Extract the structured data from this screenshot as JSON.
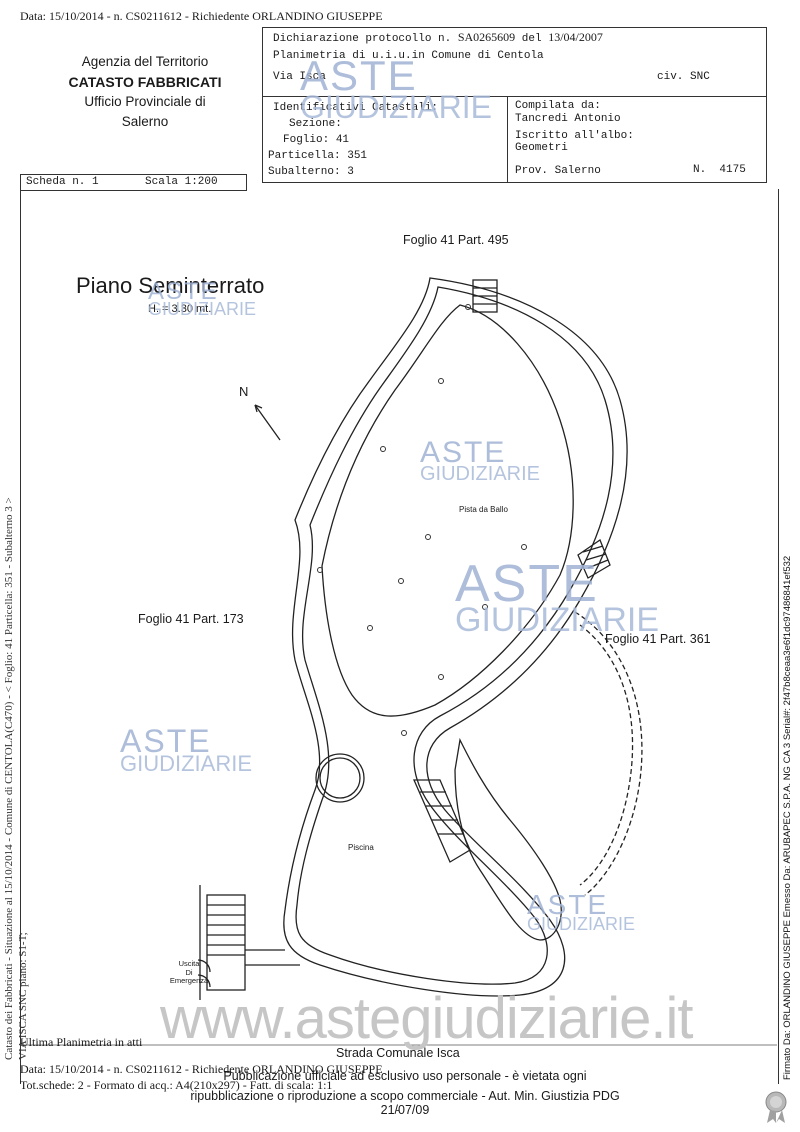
{
  "header": {
    "top_line": "Data: 15/10/2014 - n. CS0211612 - Richiedente ORLANDINO GIUSEPPE"
  },
  "agency": {
    "line1": "Agenzia del Territorio",
    "line2": "CATASTO FABBRICATI",
    "line3": "Ufficio Provinciale di",
    "line4": "Salerno"
  },
  "declaration": {
    "protocol_label": "Dichiarazione protocollo n.",
    "protocol_number": "SA0265609",
    "date_label": "del",
    "date": "13/04/2007",
    "planimetry_line": "Planimetria di u.i.u.in Comune di Centola",
    "address": "Via Isca",
    "civ": "civ. SNC"
  },
  "identifiers": {
    "title": "Identificativi Catastali:",
    "sezione_label": "Sezione:",
    "foglio_label": "Foglio:",
    "foglio": "41",
    "particella_label": "Particella:",
    "particella": "351",
    "subalterno_label": "Subalterno:",
    "subalterno": "3"
  },
  "compiler": {
    "compiled_label": "Compilata da:",
    "name": "Tancredi Antonio",
    "registered_label": "Iscritto all'albo:",
    "profession": "Geometri",
    "province": "Prov. Salerno",
    "number_label": "N.",
    "number": "4175"
  },
  "sheet": {
    "scheda": "Scheda n. 1",
    "scala": "Scala 1:200"
  },
  "plan": {
    "title": "Piano Seminterrato",
    "height": "H. = 3.30 mt.",
    "north": "N",
    "labels": {
      "p495": "Foglio 41 Part. 495",
      "p173": "Foglio 41 Part. 173",
      "p361": "Foglio 41 Part. 361",
      "dance": "Pista da Ballo",
      "pool": "Piscina",
      "exit_line1": "Uscita",
      "exit_line2": "Di",
      "exit_line3": "Emergenza",
      "road": "Strada Comunale Isca"
    }
  },
  "vertical_left": {
    "line1": "Catasto dei Fabbricati - Situazione al 15/10/2014 - Comune di CENTOLA(C470) - < Foglio: 41 Particella: 351 - Subalterno 3 >",
    "line2": "VIA ISCA SNC piano: S1-T;"
  },
  "vertical_right": "Firmato Da: ORLANDINO GIUSEPPE Emesso Da: ARUBAPEC S.P.A. NG CA 3 Serial#: 2f47b8ceaa3e6f1dc97486841ef532",
  "footer": {
    "last_plan": "Ultima Planimetria in atti",
    "data_line": "Data: 15/10/2014 - n. CS0211612 - Richiedente ORLANDINO GIUSEPPE",
    "tot_line": "Tot.schede: 2 - Formato di acq.: A4(210x297) - Fatt. di scala: 1:1",
    "publication_line1": "Pubblicazione ufficiale ad esclusivo uso personale - è vietata ogni",
    "publication_line2": "ripubblicazione o riproduzione a scopo commerciale - Aut. Min. Giustizia PDG 21/07/09",
    "dash": "-"
  },
  "watermark": {
    "aste": "ASTE",
    "giudiziarie": "GIUDIZIARIE",
    "url": "www.astegiudiziarie.it"
  }
}
